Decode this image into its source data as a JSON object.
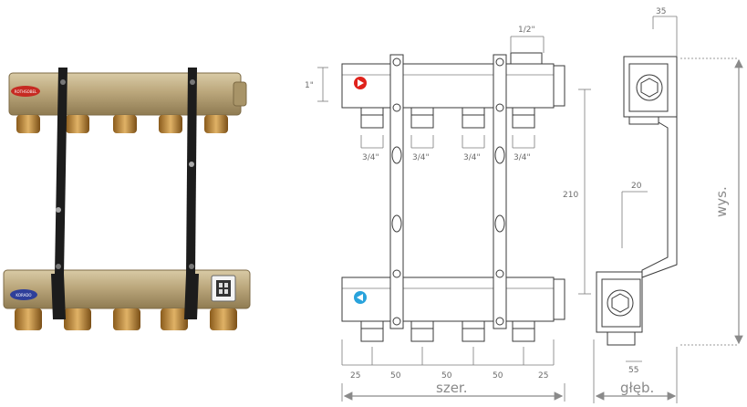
{
  "photo": {
    "logo_top": "ROTHSOBEL",
    "logo_bottom": "KORADO"
  },
  "front_view": {
    "dims": {
      "inlet_size": "1\"",
      "outlet_top_size": "1/2\"",
      "branch_labels": [
        "3/4\"",
        "3/4\"",
        "3/4\"",
        "3/4\""
      ],
      "height_between_bars": "210",
      "spacing": [
        "25",
        "50",
        "50",
        "50",
        "25"
      ],
      "width_label": "szer."
    }
  },
  "side_view": {
    "dims": {
      "top_offset": "35",
      "inner_offset": "20",
      "bottom_offset": "55",
      "height_label": "wys.",
      "depth_label": "głęb."
    }
  },
  "colors": {
    "brass": "#b9a57c",
    "steel": "#1e1e1e",
    "hot": "#e0221b",
    "cold": "#29a3dc",
    "line": "#3a3a3a",
    "dim_line": "#7a7a7a"
  }
}
